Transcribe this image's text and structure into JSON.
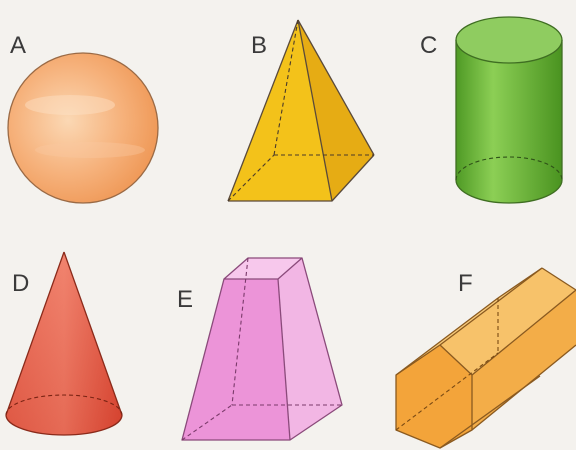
{
  "labels": {
    "a": "A",
    "b": "B",
    "c": "C",
    "d": "D",
    "e": "E",
    "f": "F"
  },
  "colors": {
    "sphere": "#f4a868",
    "pyramid": "#f2c21c",
    "cylinder": "#6fba3a",
    "cone": "#e0503c",
    "frustum": "#e58ad0",
    "prism": "#f5b04a",
    "background": "#f4f2ee"
  }
}
